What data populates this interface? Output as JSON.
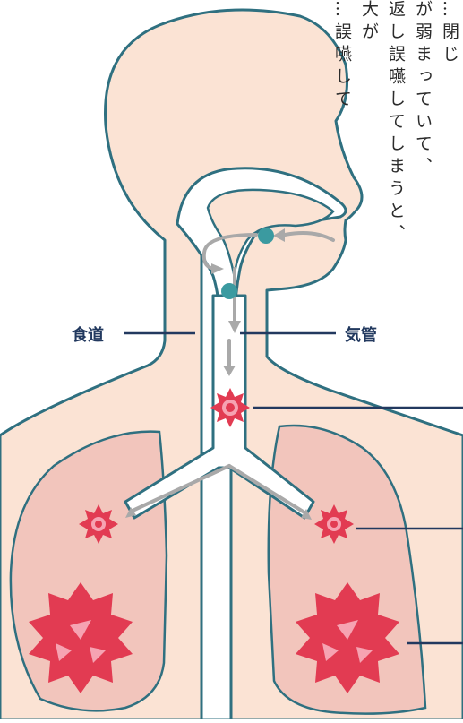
{
  "text_columns": [
    "…誤嚥して",
    "大が",
    "返し誤嚥してしまうと、",
    "が弱まっていて、",
    "…閉じ"
  ],
  "labels": {
    "esophagus": "食道",
    "trachea": "気管"
  },
  "colors": {
    "skin": "#fbe3d4",
    "outline": "#2f7080",
    "lung": "#f2c5bc",
    "tube": "#ffffff",
    "arrow": "#a9a9a9",
    "food": "#3b9aa0",
    "germ": "#e23b52",
    "germ_inner": "#f6a3b2",
    "leader": "#22395f"
  },
  "icons": [
    "food-bolus-icon",
    "germ-icon"
  ]
}
